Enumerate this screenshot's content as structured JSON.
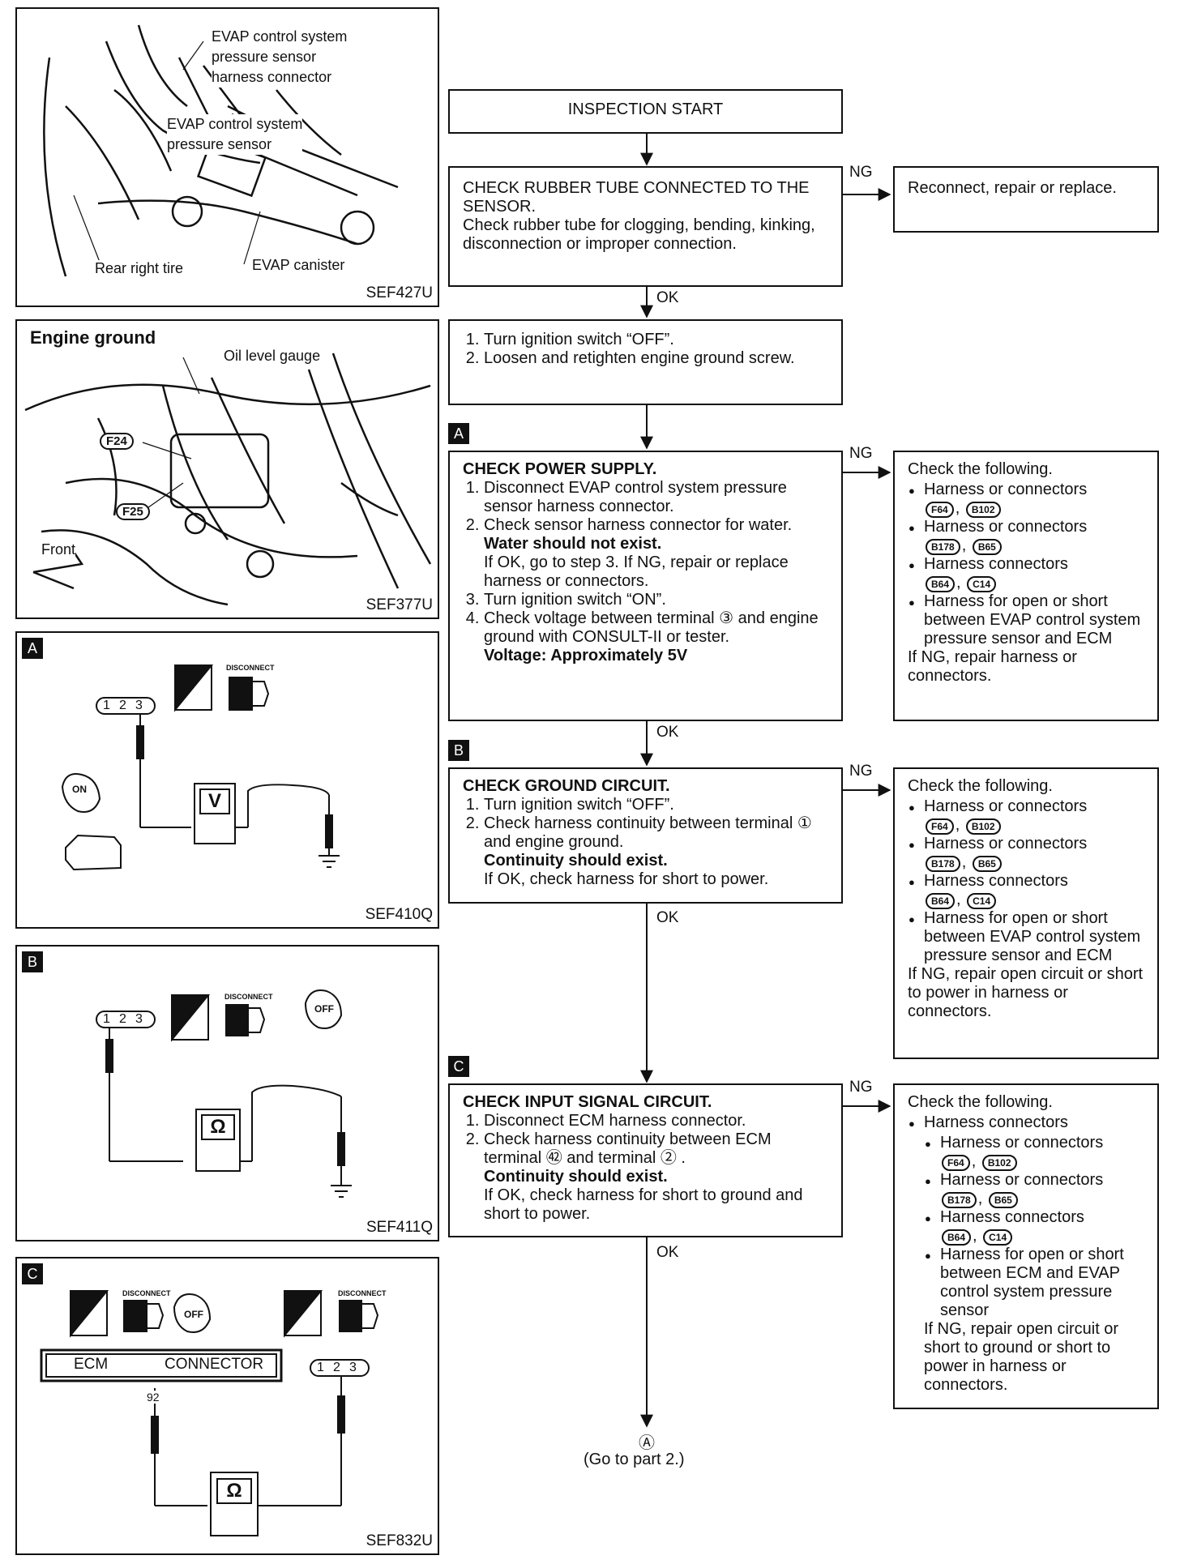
{
  "figures": {
    "sef427u": {
      "code": "SEF427U",
      "labels": {
        "sensor_connector": "EVAP control system\npressure sensor\nharness connector",
        "sensor": "EVAP control system\npressure sensor",
        "rear_tire": "Rear right tire",
        "canister": "EVAP canister"
      }
    },
    "sef377u": {
      "code": "SEF377U",
      "title": "Engine ground",
      "labels": {
        "oil_gauge": "Oil level gauge",
        "f24": "F24",
        "f25": "F25",
        "front": "Front"
      }
    },
    "sef410q": {
      "letter": "A",
      "code": "SEF410Q",
      "meter": "V",
      "pins": [
        "1",
        "2",
        "3"
      ],
      "ts": "T.S.",
      "disconnect": "DISCONNECT",
      "key": "ON"
    },
    "sef411q": {
      "letter": "B",
      "code": "SEF411Q",
      "meter": "Ω",
      "pins": [
        "1",
        "2",
        "3"
      ],
      "ts": "T.S.",
      "disconnect": "DISCONNECT",
      "key": "OFF"
    },
    "sef832u": {
      "letter": "C",
      "code": "SEF832U",
      "meter": "Ω",
      "pins": [
        "1",
        "2",
        "3"
      ],
      "hs": "H.S.",
      "ts": "T.S.",
      "disconnect": "DISCONNECT",
      "key": "OFF",
      "ecm": "ECM",
      "connector": "CONNECTOR",
      "terminal": "92"
    }
  },
  "flow": {
    "start": "INSPECTION START",
    "step1": {
      "title": "CHECK RUBBER TUBE CONNECTED TO THE SENSOR.",
      "text": "Check rubber tube for clogging, bending, kinking, disconnection or improper connection.",
      "ng": "Reconnect, repair or replace."
    },
    "step2": {
      "items": [
        "Turn ignition switch “OFF”.",
        "Loosen and retighten engine ground screw."
      ]
    },
    "stepA": {
      "letter": "A",
      "title": "CHECK POWER SUPPLY.",
      "i1": "Disconnect EVAP control system pressure sensor harness connector.",
      "i2": "Check sensor harness connector for water.",
      "i2_spec": "Water should not exist.",
      "i2_note": "If OK, go to step 3. If NG, repair or replace harness or connectors.",
      "i3": "Turn ignition switch “ON”.",
      "i4": "Check voltage between terminal ③ and engine ground with CONSULT-II or tester.",
      "i4_spec": "Voltage: Approximately 5V"
    },
    "stepB": {
      "letter": "B",
      "title": "CHECK GROUND CIRCUIT.",
      "i1": "Turn ignition switch “OFF”.",
      "i2": "Check harness continuity between terminal ① and engine ground.",
      "i2_spec": "Continuity should exist.",
      "i2_note": "If OK, check harness for short to power."
    },
    "stepC": {
      "letter": "C",
      "title": "CHECK INPUT SIGNAL CIRCUIT.",
      "i1": "Disconnect ECM harness connector.",
      "i2": "Check harness continuity between ECM terminal ㊷ and terminal ② .",
      "i2_spec": "Continuity should exist.",
      "i2_note": "If OK, check harness for short to ground and short to power."
    },
    "ngA": {
      "head": "Check the following.",
      "h1": "Harness or connectors",
      "c1a": "F64",
      "c1b": "B102",
      "h2": "Harness or connectors",
      "c2a": "B178",
      "c2b": "B65",
      "h3": "Harness connectors",
      "c3a": "B64",
      "c3b": "C14",
      "h4": "Harness for open or short between EVAP control system pressure sensor and ECM",
      "tail": "If NG, repair harness or connectors."
    },
    "ngB": {
      "head": "Check the following.",
      "h1": "Harness or connectors",
      "c1a": "F64",
      "c1b": "B102",
      "h2": "Harness or connectors",
      "c2a": "B178",
      "c2b": "B65",
      "h3": "Harness connectors",
      "c3a": "B64",
      "c3b": "C14",
      "h4": "Harness for open or short between EVAP control system pressure sensor and ECM",
      "tail": "If NG, repair open circuit or short to power in harness or connectors."
    },
    "ngC": {
      "head": "Check the following.",
      "sub": "Harness connectors",
      "h1": "Harness or connectors",
      "c1a": "F64",
      "c1b": "B102",
      "h2": "Harness or connectors",
      "c2a": "B178",
      "c2b": "B65",
      "h3": "Harness connectors",
      "c3a": "B64",
      "c3b": "C14",
      "h4": "Harness for open or short between ECM and EVAP control system pressure sensor",
      "tail": "If NG, repair open circuit or short to ground or short to power in harness or connectors."
    },
    "ng": "NG",
    "ok": "OK",
    "goto_symbol": "Ⓐ",
    "goto": "(Go to part 2.)"
  }
}
